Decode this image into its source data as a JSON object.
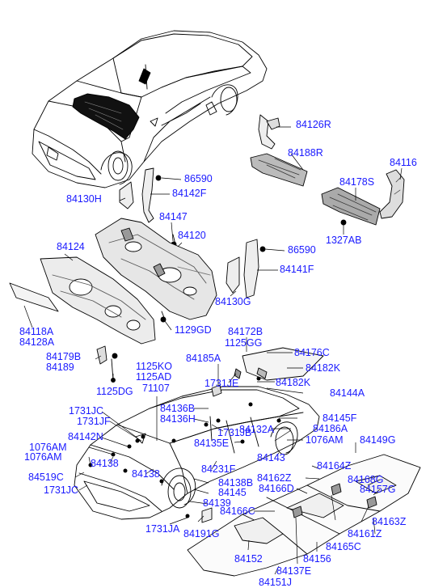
{
  "colors": {
    "part_number": "#1a1aff",
    "line": "#000000",
    "paper": "#ffffff"
  },
  "part_numbers": {
    "p84126R": "84126R",
    "p84188R": "84188R",
    "p84116": "84116",
    "p84178S": "84178S",
    "p1327AB": "1327AB",
    "p86590_top": "86590",
    "p84142F": "84142F",
    "p84130H": "84130H",
    "p84147": "84147",
    "p84120": "84120",
    "p84124": "84124",
    "p86590_mid": "86590",
    "p84141F": "84141F",
    "p84130G": "84130G",
    "p84118A": "84118A",
    "p84128A": "84128A",
    "p1129GD": "1129GD",
    "p84172B": "84172B",
    "p1125GG": "1125GG",
    "p84176C": "84176C",
    "p84185A": "84185A",
    "p84182K_top": "84182K",
    "p84179B": "84179B",
    "p84189": "84189",
    "p1125KO": "1125KO",
    "p1125AD": "1125AD",
    "p1731JE": "1731JE",
    "p84182K": "84182K",
    "p1125DG": "1125DG",
    "p71107": "71107",
    "p84144A": "84144A",
    "p84136B": "84136B",
    "p84136H": "84136H",
    "p1731JC_top": "1731JC",
    "p1731JF": "1731JF",
    "p84145F": "84145F",
    "p84132A": "84132A",
    "p84186A": "84186A",
    "p1731JB": "1731JB",
    "p84142N": "84142N",
    "p1076AM_left1": "1076AM",
    "p1076AM_left2": "1076AM",
    "p84135E": "84135E",
    "p1076AM_right": "1076AM",
    "p84149G": "84149G",
    "p84143": "84143",
    "p84138_a": "84138",
    "p84138_b": "84138",
    "p84164Z": "84164Z",
    "p84162Z": "84162Z",
    "p84168G": "84168G",
    "p84519C": "84519C",
    "p84231F": "84231F",
    "p84166D": "84166D",
    "p84157G": "84157G",
    "p84138B": "84138B",
    "p1731JC_bot": "1731JC",
    "p84145": "84145",
    "p84139": "84139",
    "p84166C": "84166C",
    "p84163Z": "84163Z",
    "p84161Z": "84161Z",
    "p1731JA": "1731JA",
    "p84191G": "84191G",
    "p84165C": "84165C",
    "p84152": "84152",
    "p84156": "84156",
    "p84137E": "84137E",
    "p84151J": "84151J"
  }
}
